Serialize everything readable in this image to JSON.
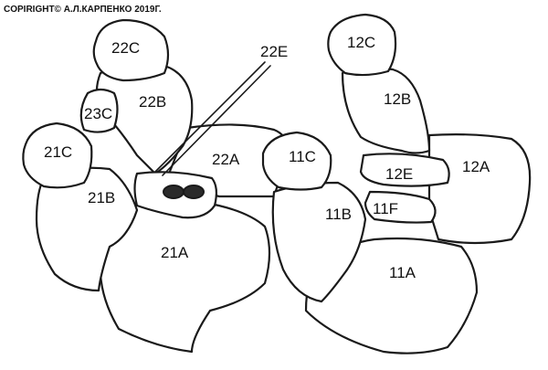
{
  "copyright": "COPIRIGHT© А.Л.КАРПЕНКО 2019Г.",
  "labels": {
    "p22C": "22C",
    "p22B": "22B",
    "p23C": "23C",
    "p21C": "21C",
    "p21B": "21B",
    "p21A": "21A",
    "p22A": "22A",
    "p22E": "22E",
    "p12C": "12C",
    "p12B": "12B",
    "p12E": "12E",
    "p12A": "12A",
    "p11C": "11C",
    "p11B": "11B",
    "p11F": "11F",
    "p11A": "11A"
  }
}
